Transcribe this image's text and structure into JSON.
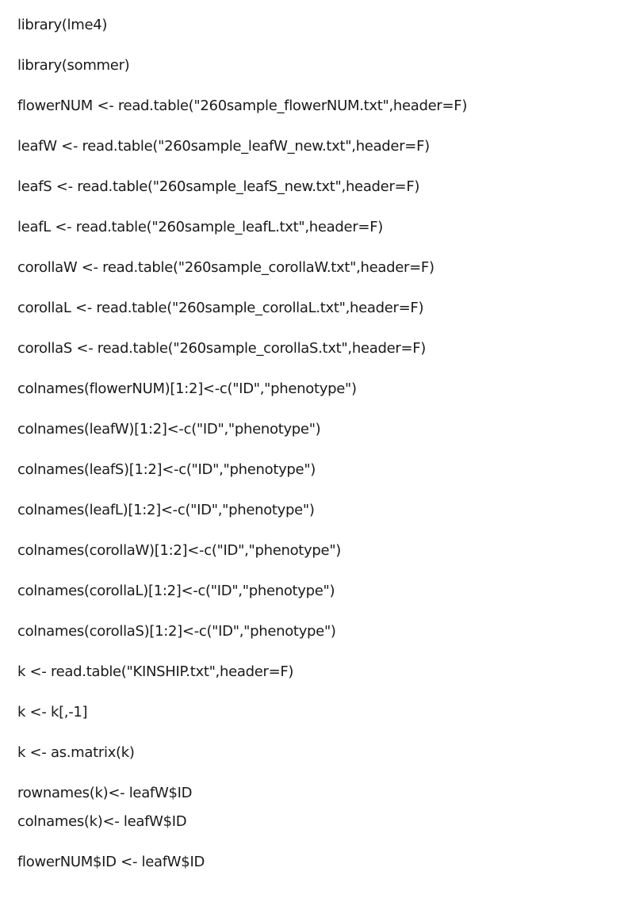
{
  "code_lines": [
    "library(lme4)",
    "library(sommer)",
    "flowerNUM <- read.table(\"260sample_flowerNUM.txt\",header=F)",
    "leafW <- read.table(\"260sample_leafW_new.txt\",header=F)",
    "leafS <- read.table(\"260sample_leafS_new.txt\",header=F)",
    "leafL <- read.table(\"260sample_leafL.txt\",header=F)",
    "corollaW <- read.table(\"260sample_corollaW.txt\",header=F)",
    "corollaL <- read.table(\"260sample_corollaL.txt\",header=F)",
    "corollaS <- read.table(\"260sample_corollaS.txt\",header=F)",
    "colnames(flowerNUM)[1:2]<-c(\"ID\",\"phenotype\")",
    "colnames(leafW)[1:2]<-c(\"ID\",\"phenotype\")",
    "colnames(leafS)[1:2]<-c(\"ID\",\"phenotype\")",
    "colnames(leafL)[1:2]<-c(\"ID\",\"phenotype\")",
    "colnames(corollaW)[1:2]<-c(\"ID\",\"phenotype\")",
    "colnames(corollaL)[1:2]<-c(\"ID\",\"phenotype\")",
    "colnames(corollaS)[1:2]<-c(\"ID\",\"phenotype\")",
    "k <- read.table(\"KINSHIP.txt\",header=F)",
    "k <- k[,-1]",
    "k <- as.matrix(k)",
    "rownames(k)<- leafW$ID",
    "colnames(k)<- leafW$ID",
    "flowerNUM$ID <- leafW$ID"
  ]
}
